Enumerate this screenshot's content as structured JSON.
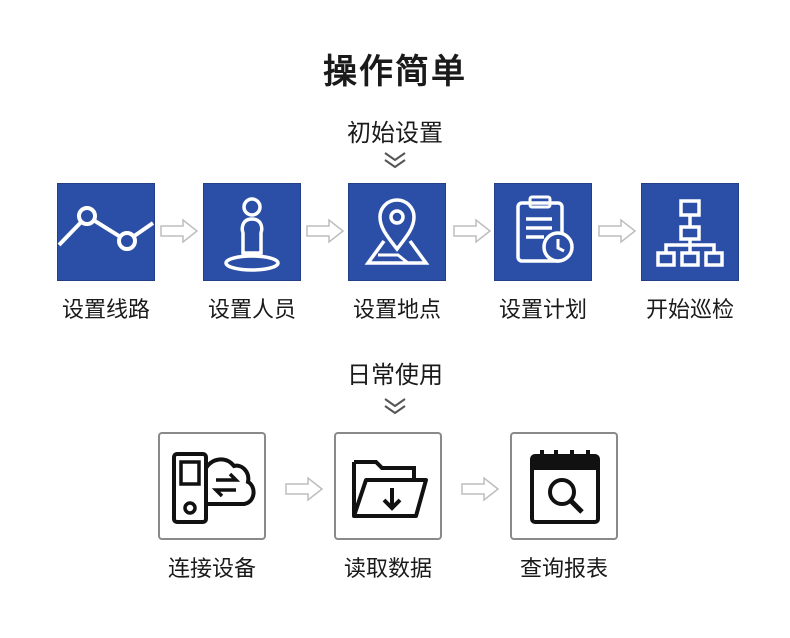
{
  "title": "操作简单",
  "sections": [
    {
      "label": "初始设置",
      "steps": [
        {
          "label": "设置线路",
          "icon": "route-line-icon"
        },
        {
          "label": "设置人员",
          "icon": "person-pin-icon"
        },
        {
          "label": "设置地点",
          "icon": "map-location-pin-icon"
        },
        {
          "label": "设置计划",
          "icon": "clipboard-timer-icon"
        },
        {
          "label": "开始巡检",
          "icon": "org-chart-icon"
        }
      ]
    },
    {
      "label": "日常使用",
      "steps": [
        {
          "label": "连接设备",
          "icon": "device-cloud-sync-icon"
        },
        {
          "label": "读取数据",
          "icon": "folder-download-icon"
        },
        {
          "label": "查询报表",
          "icon": "calendar-search-icon"
        }
      ]
    }
  ],
  "colors": {
    "accent": "#2b4fa6",
    "card_border": "#8a8a8a",
    "arrow": "#bdbdbd"
  }
}
